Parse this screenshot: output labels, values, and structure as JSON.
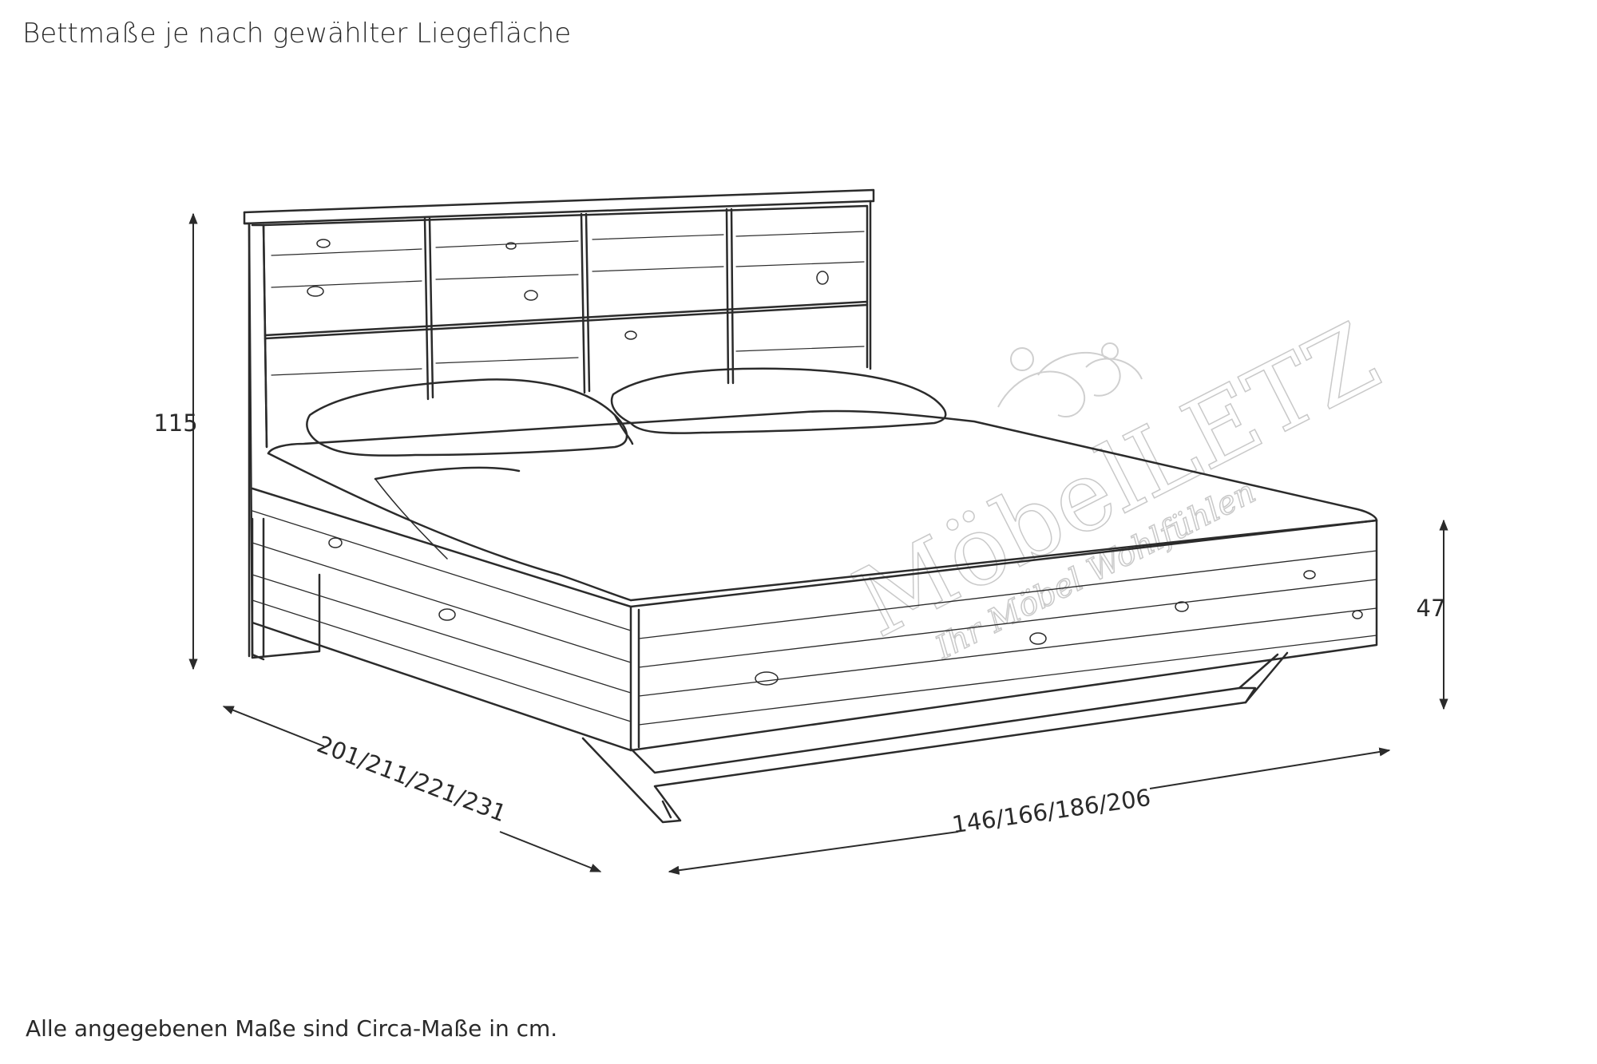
{
  "title": "Bettmaße je nach gewählter Liegefläche",
  "dimensions": {
    "height": "115",
    "side_height": "47",
    "length": "201/211/221/231",
    "width": "146/166/186/206"
  },
  "footnote": "Alle angegebenen Maße sind Circa-Maße in cm.",
  "watermark": {
    "brand": "MöbelLETZ",
    "tagline": "Ihr Möbel Wohlfühlen"
  },
  "colors": {
    "line": "#2b2b2b",
    "text": "#2a2a2a",
    "watermark": "#c9c9c9"
  }
}
